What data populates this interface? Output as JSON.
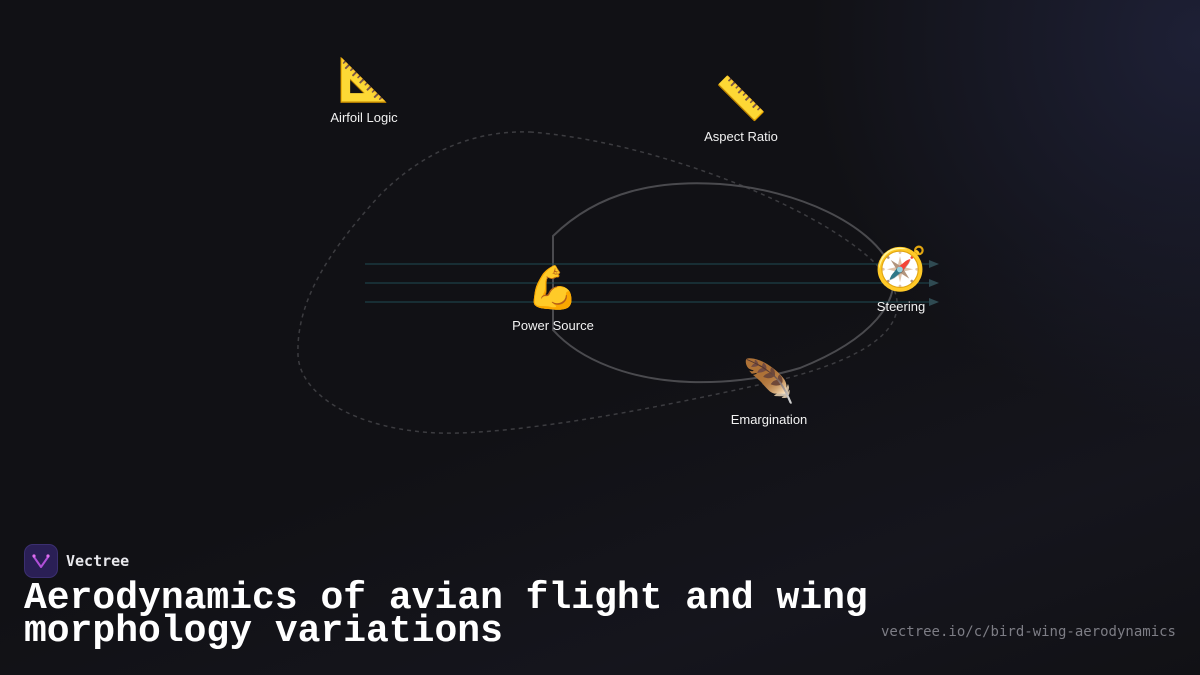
{
  "brand": {
    "name": "Vectree",
    "logo_icon": "vectree-logo-icon"
  },
  "title": "Aerodynamics of avian flight and wing morphology variations",
  "url": "vectree.io/c/bird-wing-aerodynamics",
  "colors": {
    "background": "#111115",
    "flow_lines": "#1f4a52",
    "solid_loop": "#4a4a4e",
    "dashed_loop": "#3c3c40",
    "brand_logo_bg": "#2a1f55",
    "brand_logo_mark": "#b04fd8"
  },
  "nodes": [
    {
      "id": "airfoil-logic",
      "emoji": "📐",
      "icon": "triangular-ruler-icon",
      "label": "Airfoil Logic"
    },
    {
      "id": "aspect-ratio",
      "emoji": "📏",
      "icon": "straight-ruler-icon",
      "label": "Aspect Ratio"
    },
    {
      "id": "power-source",
      "emoji": "💪",
      "icon": "flexed-biceps-icon",
      "label": "Power Source"
    },
    {
      "id": "steering",
      "emoji": "🧭",
      "icon": "compass-icon",
      "label": "Steering"
    },
    {
      "id": "emargination",
      "emoji": "🪶",
      "icon": "feather-icon",
      "label": "Emargination"
    }
  ]
}
